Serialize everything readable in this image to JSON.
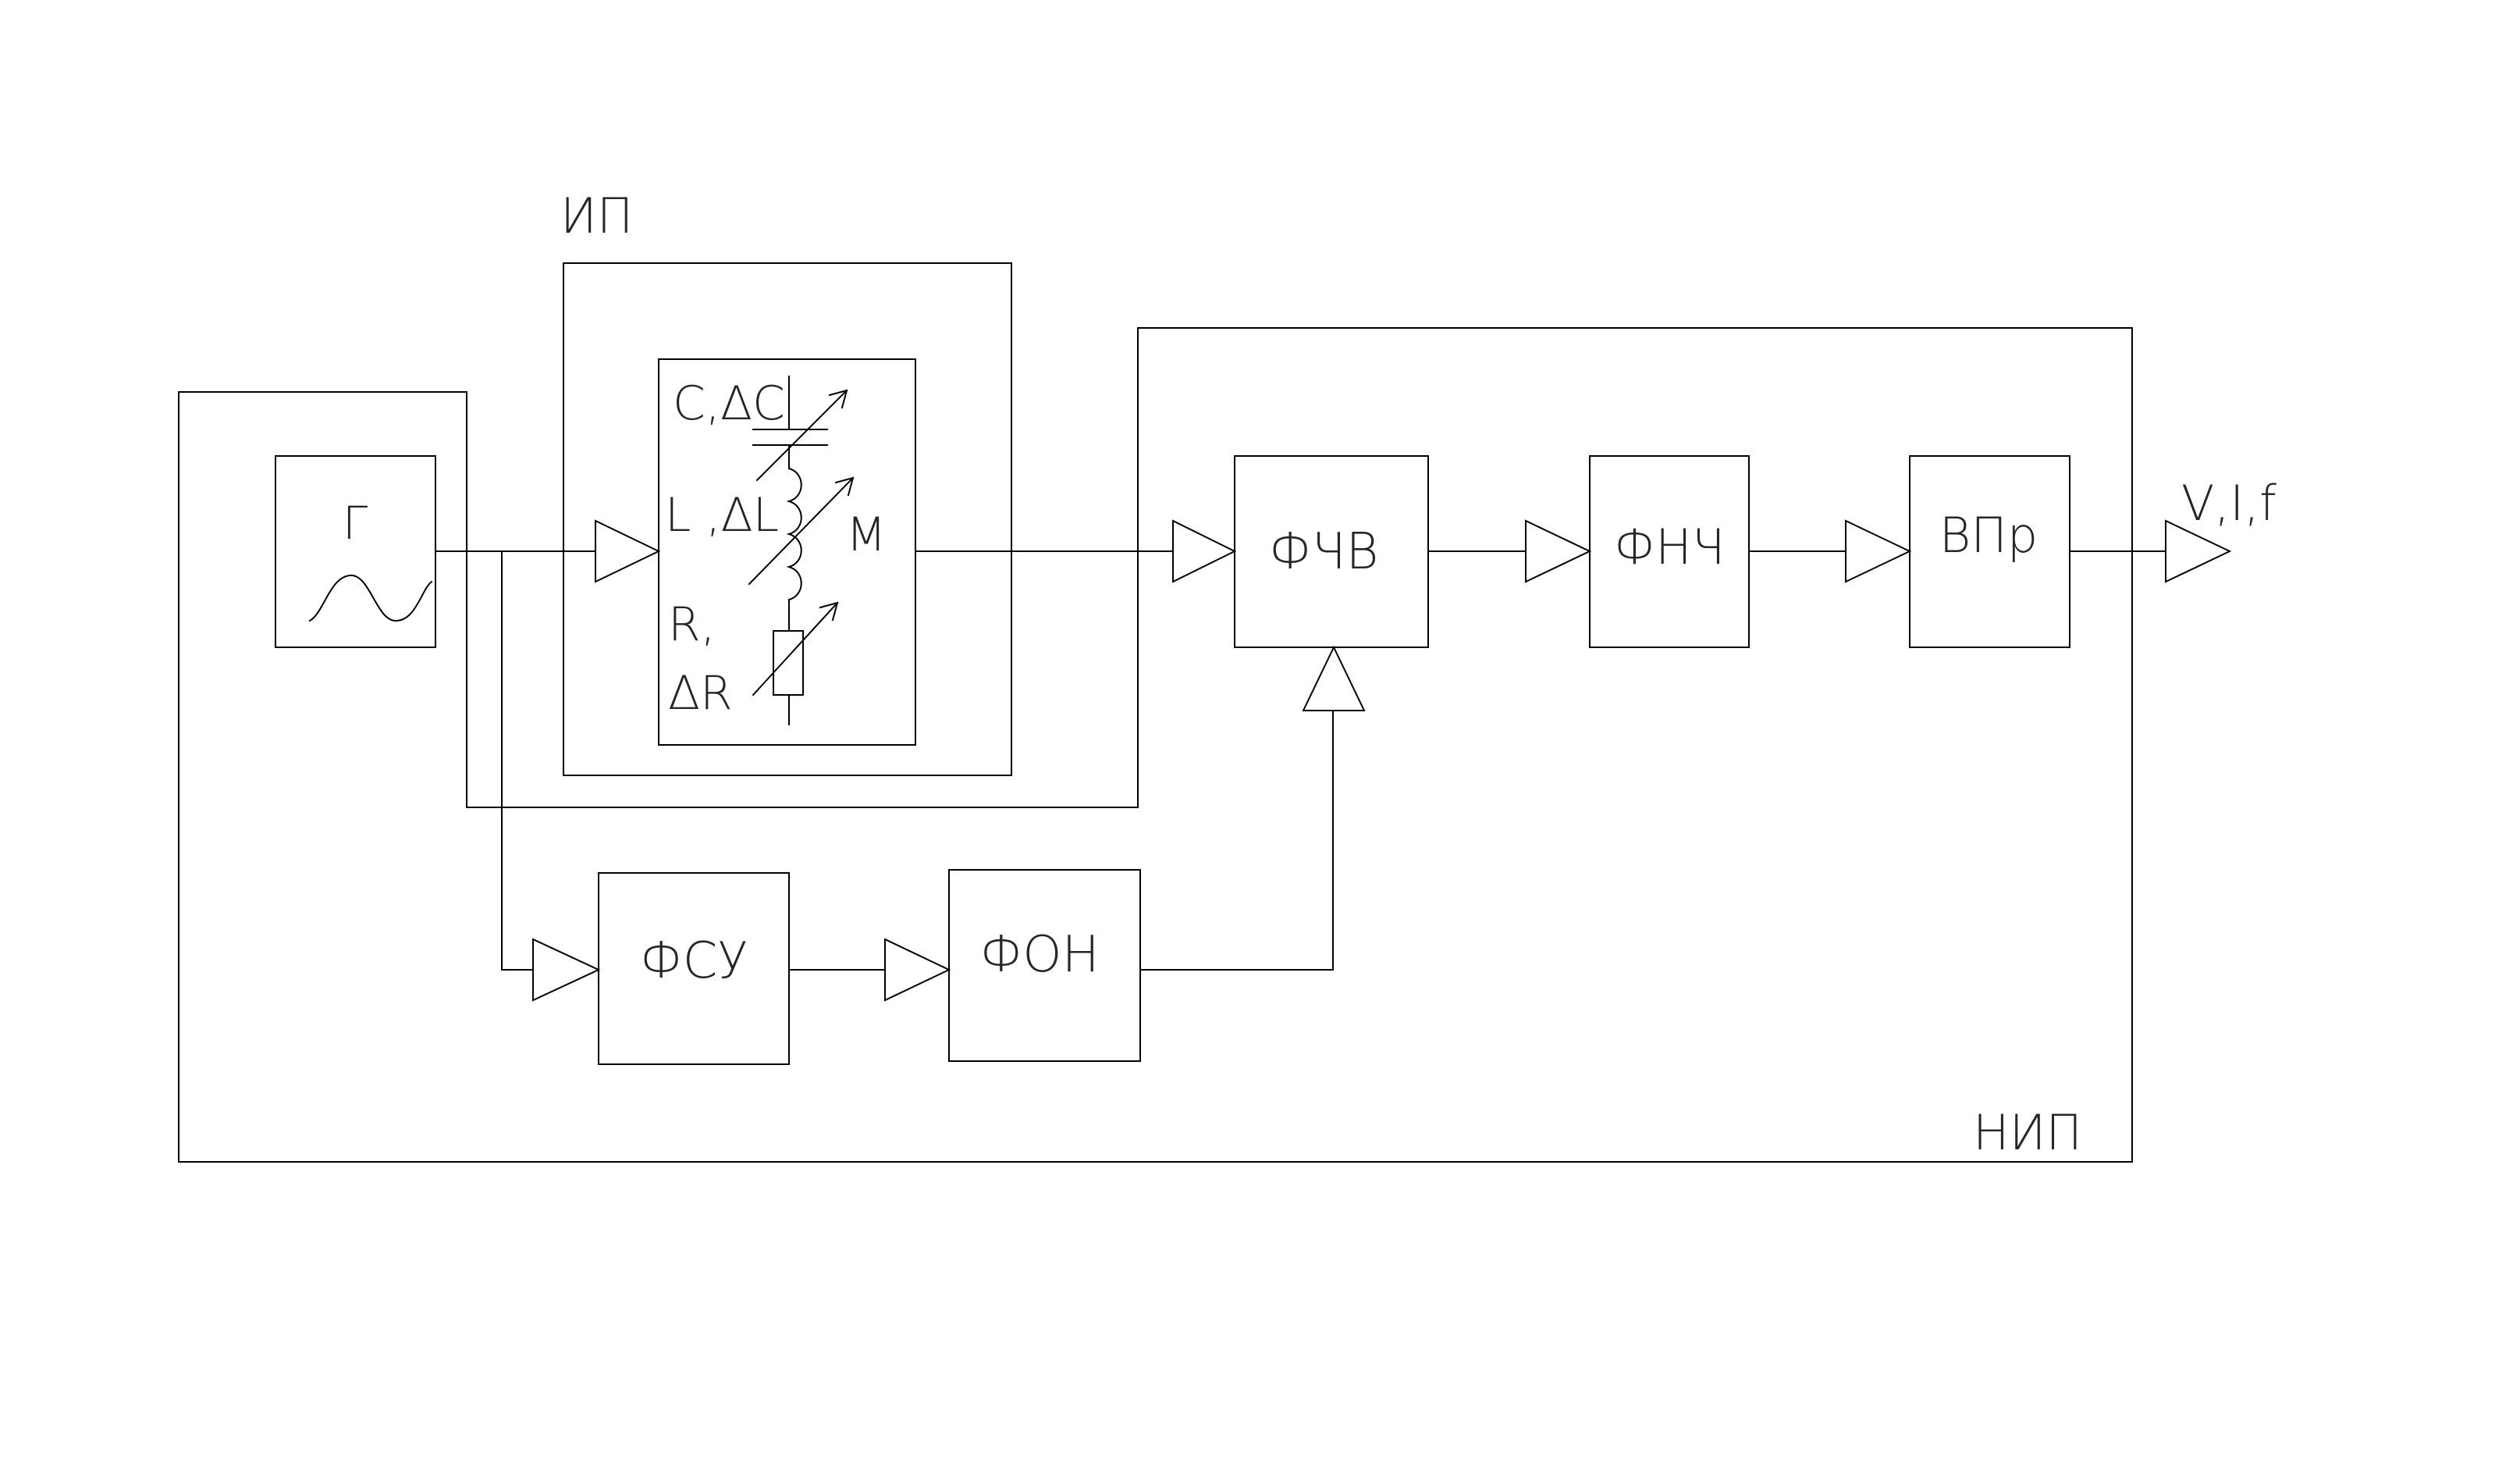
{
  "labels": {
    "ip": "ИП",
    "nip": "НИП",
    "generator": "Г",
    "fchv": "ФЧВ",
    "fnch": "ФНЧ",
    "vpr": "ВПр",
    "fsu": "ФСУ",
    "fon": "ФОН",
    "cap": "C,ΔC",
    "ind": "L ,ΔL",
    "mutual": "M",
    "res1": "R,",
    "res2": "ΔR",
    "output": "V,I,f"
  },
  "icons": {
    "signal": "triangle-input-marker",
    "generator": "sine-wave",
    "capacitor": "variable-capacitor",
    "inductor": "variable-inductor",
    "resistor": "variable-resistor"
  }
}
